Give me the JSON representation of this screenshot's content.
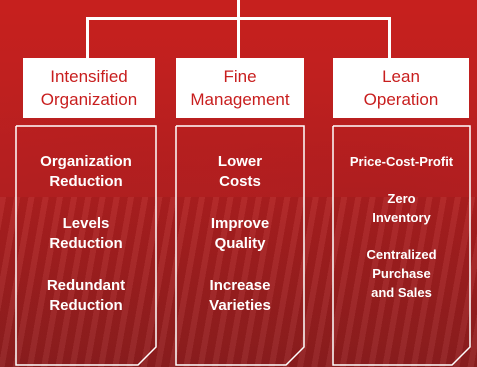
{
  "columns": [
    {
      "header_lines": [
        "Intensified",
        "Organization"
      ],
      "items": [
        [
          "Organization",
          "Reduction"
        ],
        [
          "Levels",
          "Reduction"
        ],
        [
          "Redundant",
          "Reduction"
        ]
      ]
    },
    {
      "header_lines": [
        "Fine",
        "Management"
      ],
      "items": [
        [
          "Lower",
          "Costs"
        ],
        [
          "Improve",
          "Quality"
        ],
        [
          "Increase",
          "Varieties"
        ]
      ]
    },
    {
      "header_lines": [
        "Lean",
        "Operation"
      ],
      "items": [
        [
          "Price-Cost-Profit"
        ],
        [
          "Zero",
          "Inventory"
        ],
        [
          "Centralized",
          "Purchase",
          "and Sales"
        ]
      ]
    }
  ],
  "colors": {
    "accent": "#c81e1e",
    "header_bg": "#ffffff",
    "text_light": "#ffffff"
  }
}
